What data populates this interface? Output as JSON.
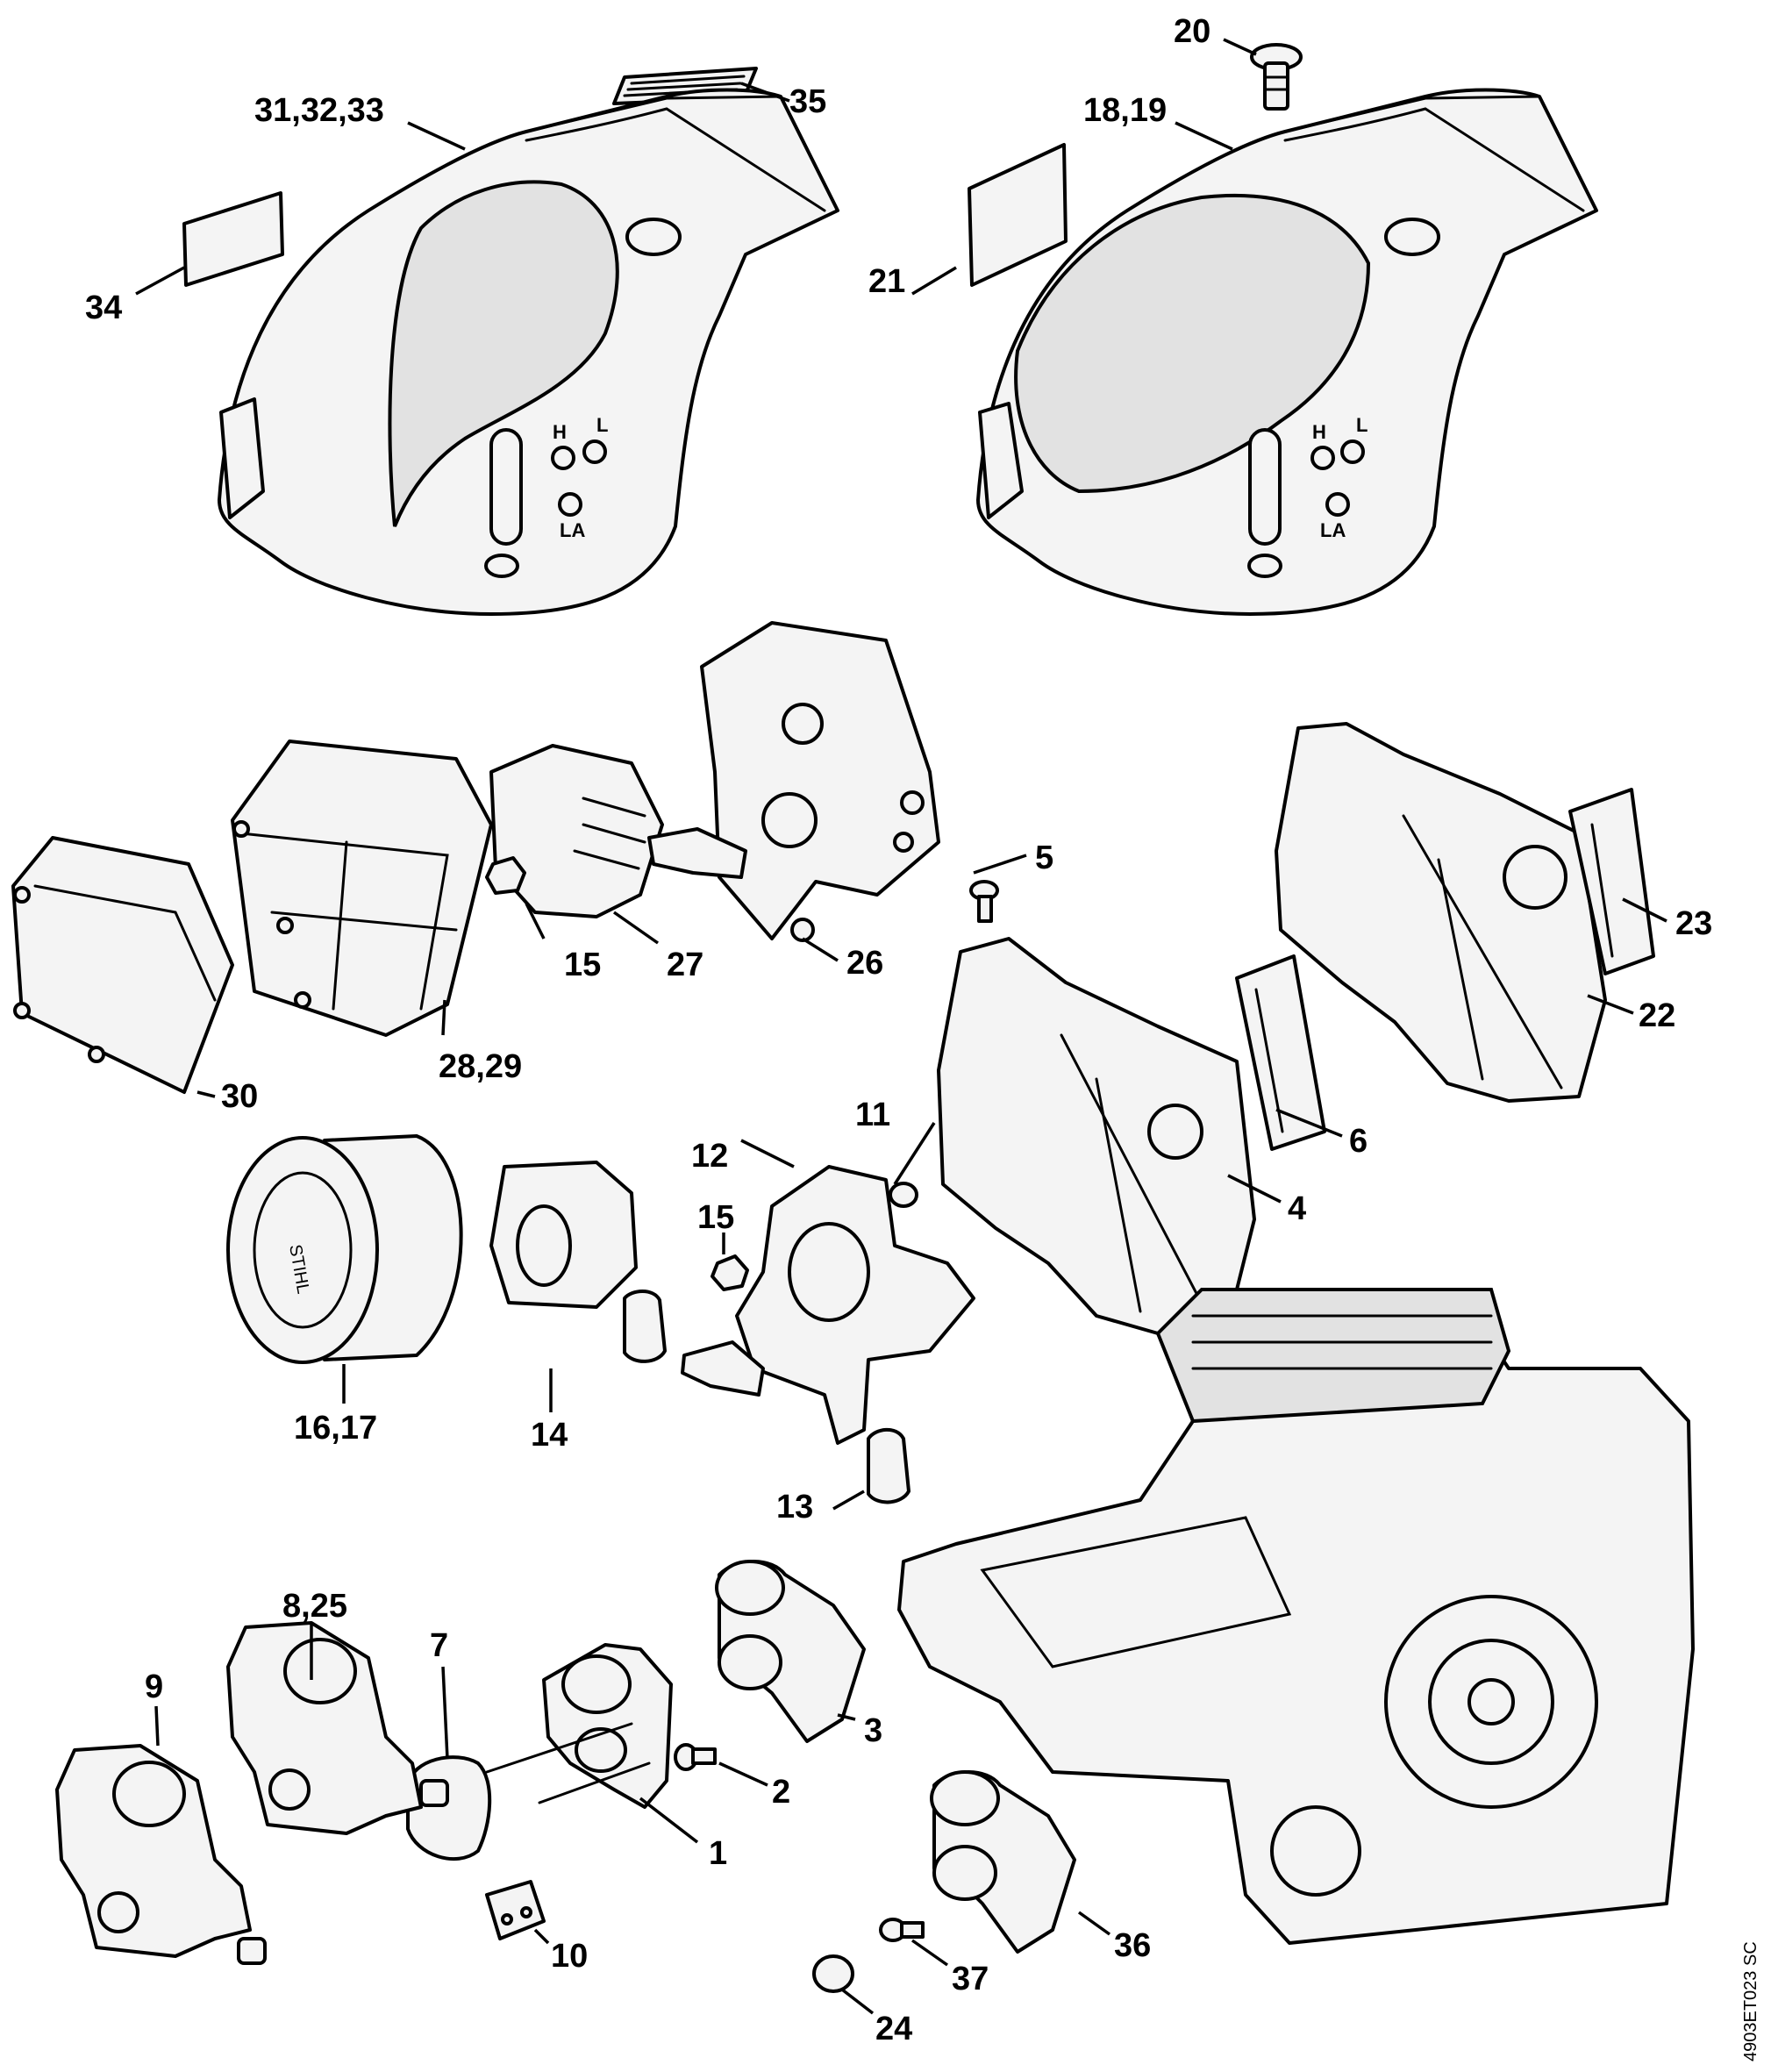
{
  "callouts": {
    "c1": "1",
    "c2": "2",
    "c3": "3",
    "c4": "4",
    "c5": "5",
    "c6": "6",
    "c7": "7",
    "c8_25": "8,25",
    "c9": "9",
    "c10": "10",
    "c11": "11",
    "c12": "12",
    "c13": "13",
    "c14": "14",
    "c15a": "15",
    "c15b": "15",
    "c16_17": "16,17",
    "c18_19": "18,19",
    "c20": "20",
    "c21": "21",
    "c22": "22",
    "c23": "23",
    "c24": "24",
    "c26": "26",
    "c27": "27",
    "c28_29": "28,29",
    "c30": "30",
    "c31_33": "31,32,33",
    "c34": "34",
    "c35": "35",
    "c36": "36",
    "c37": "37"
  },
  "cover_labels": {
    "h": "H",
    "l": "L",
    "la": "LA"
  },
  "drawing_code": "4903ET023 SC"
}
